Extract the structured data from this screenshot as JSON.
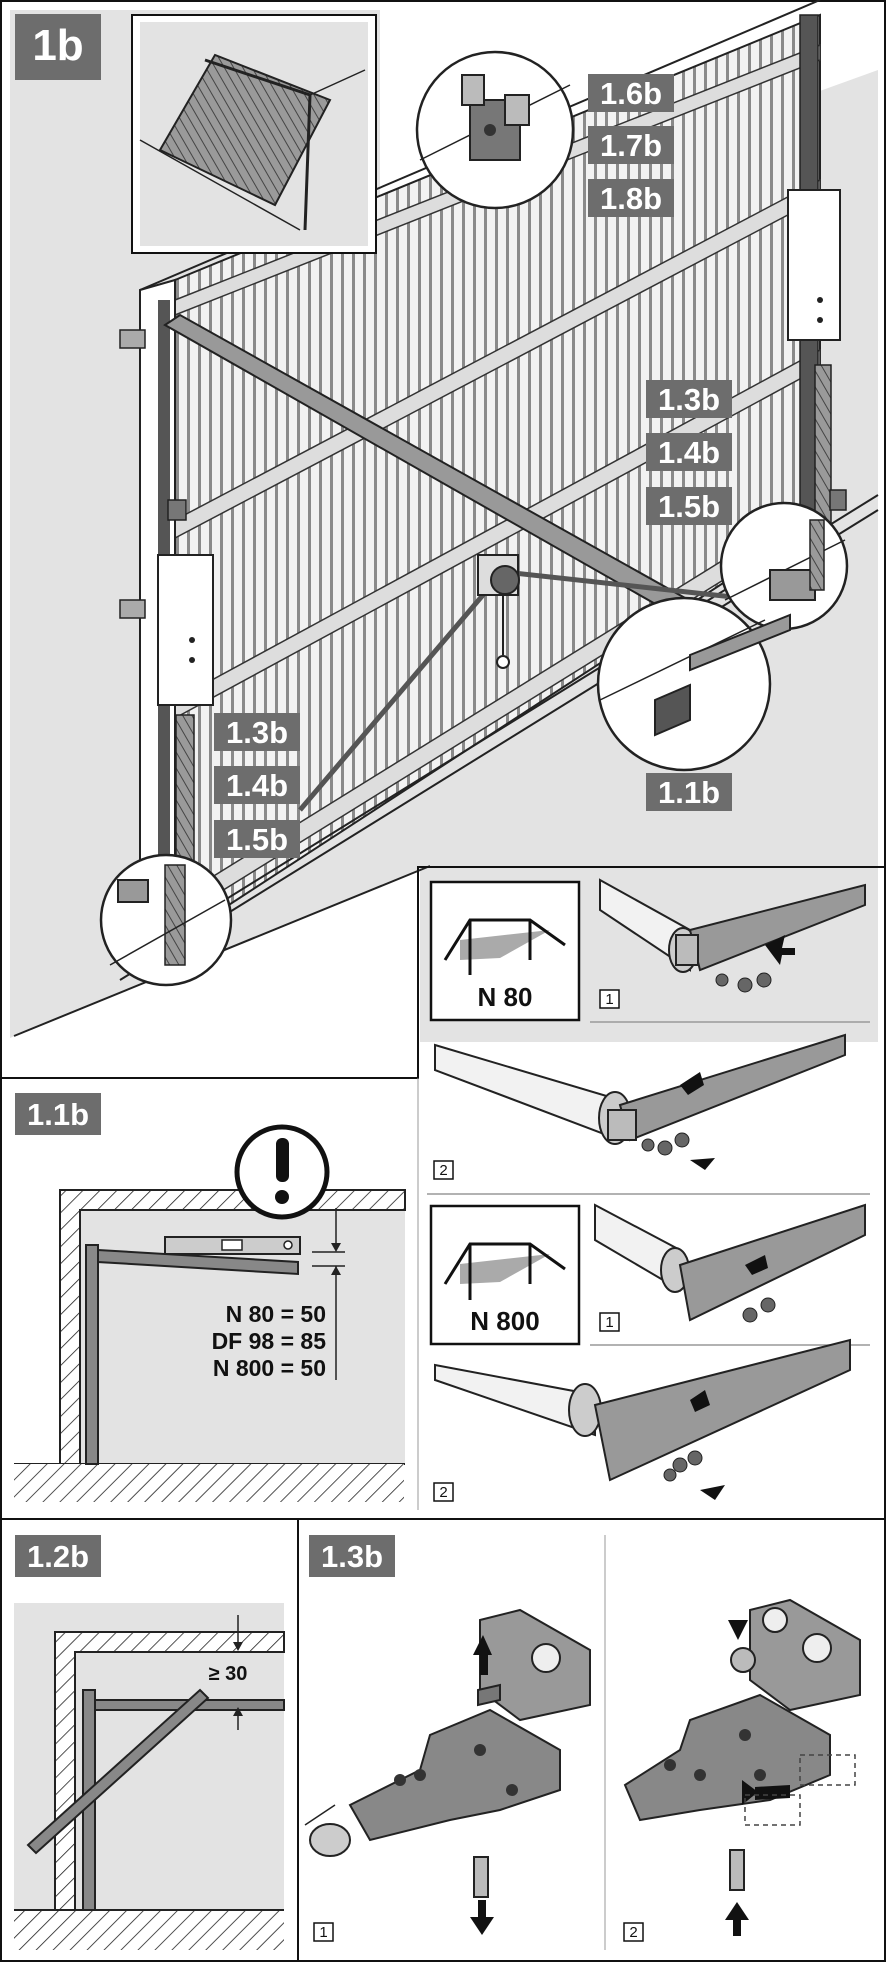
{
  "main_panel": {
    "title": "1b",
    "callouts_top": [
      "1.6b",
      "1.7b",
      "1.8b"
    ],
    "callouts_right": [
      "1.3b",
      "1.4b",
      "1.5b"
    ],
    "callouts_left": [
      "1.3b",
      "1.4b",
      "1.5b"
    ],
    "callout_bottom": "1.1b"
  },
  "panel_1_1b": {
    "title": "1.1b",
    "dimensions": [
      "N 80 = 50",
      "DF 98 = 85",
      "N 800 = 50"
    ]
  },
  "mounting_steps": {
    "n80": {
      "label": "N 80",
      "step1": "1",
      "step2": "2"
    },
    "n800": {
      "label": "N 800",
      "step1": "1",
      "step2": "2"
    }
  },
  "panel_1_2b": {
    "title": "1.2b",
    "dimension": "≥ 30"
  },
  "panel_1_3b": {
    "title": "1.3b",
    "step1": "1",
    "step2": "2"
  },
  "colors": {
    "tag_bg": "#6d6d6d",
    "panel_grey": "#e3e3e3",
    "line": "#1a1a1a"
  }
}
